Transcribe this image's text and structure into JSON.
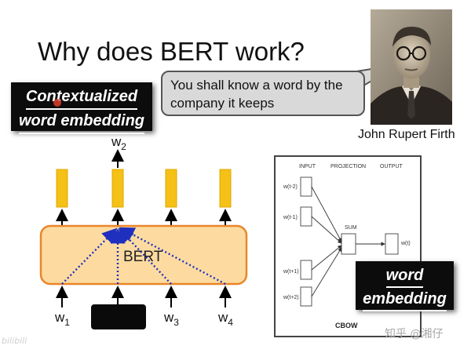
{
  "slide": {
    "title": "Why does BERT work?",
    "contextualized_line1": "Contextualized",
    "contextualized_line2": "word embedding",
    "quote": "You shall know a word by the company it keeps",
    "portrait_caption": "John Rupert Firth",
    "word_embedding_line1": "word",
    "word_embedding_line2": "embedding"
  },
  "bert": {
    "model_label": "BERT",
    "output_label": "w",
    "output_sub": "2",
    "inputs": [
      {
        "label": "w",
        "sub": "1"
      },
      {
        "label": "w",
        "sub": "3"
      },
      {
        "label": "w",
        "sub": "4"
      }
    ]
  },
  "cbow": {
    "header_input": "INPUT",
    "header_projection": "PROJECTION",
    "header_output": "OUTPUT",
    "context_words": [
      "w(t-2)",
      "w(t-1)",
      "w(t+1)",
      "w(t+2)"
    ],
    "sum_label": "SUM",
    "output_word": "w(t)",
    "caption": "CBOW"
  },
  "watermarks": {
    "left": "bilibili",
    "right": "知乎 @湘仔"
  },
  "colors": {
    "bert_fill": "#fddba0",
    "bert_border": "#e8862a",
    "token_bar": "#f5c116",
    "attention_dots": "#1f2fbf",
    "label_box": "#0c0c0c"
  }
}
